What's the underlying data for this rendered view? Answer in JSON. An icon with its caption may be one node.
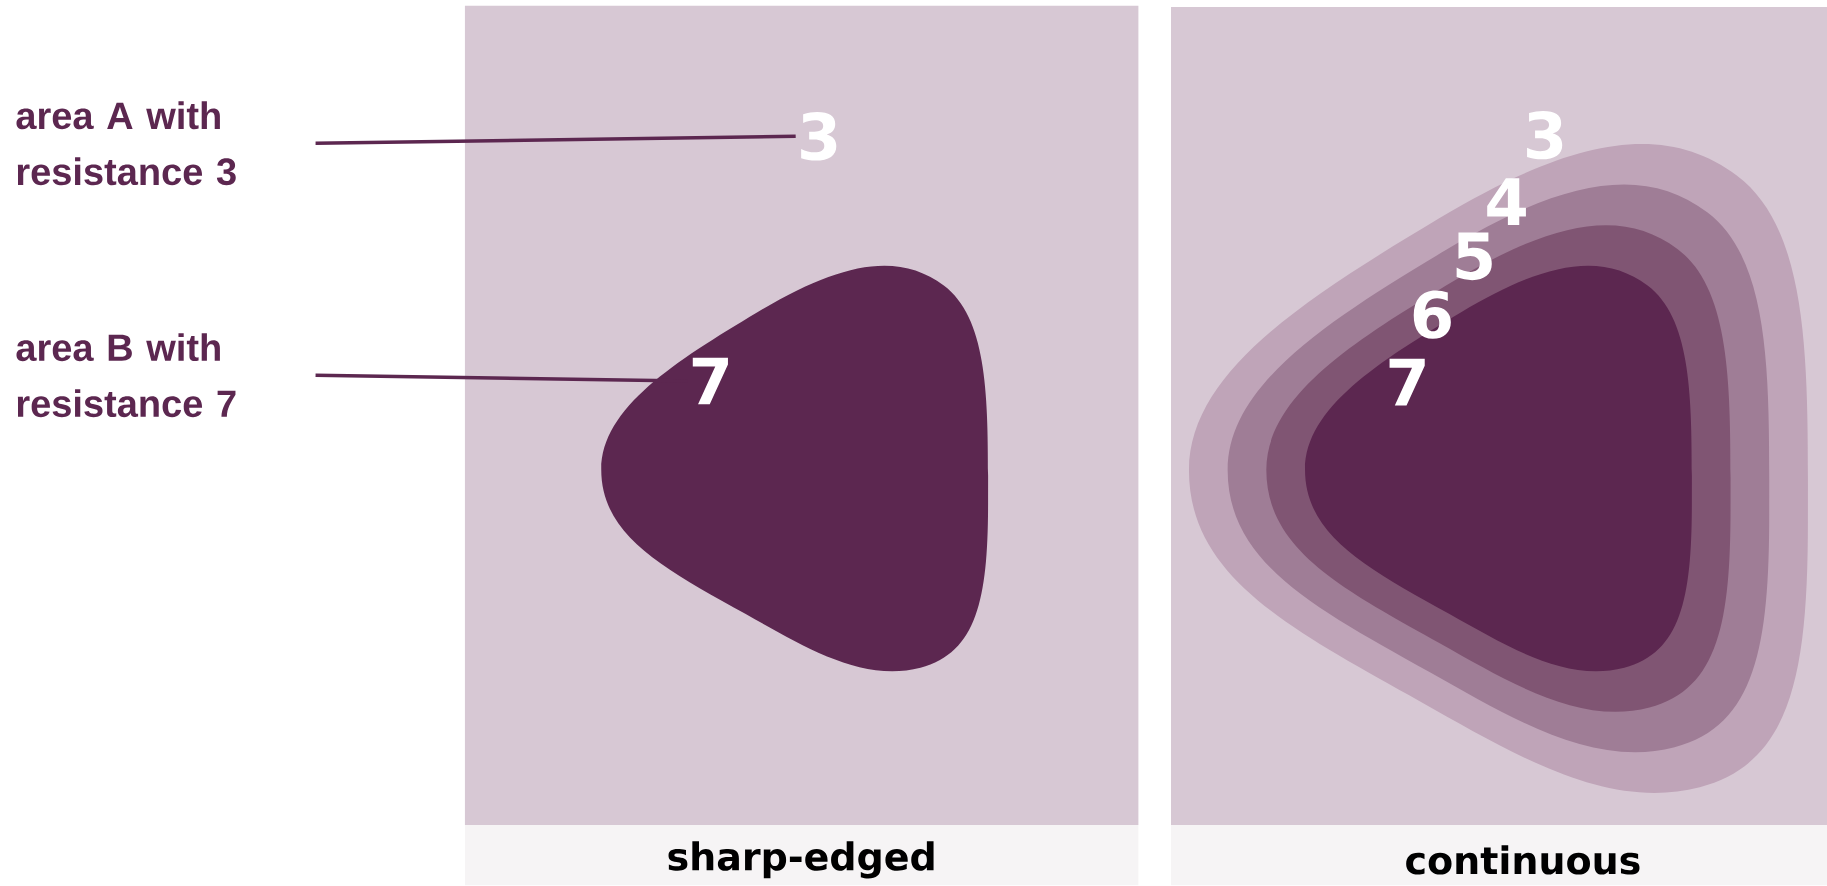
{
  "diagram": {
    "nodes": [
      {
        "text": [
          "area A with resistance 3"
        ]
      },
      {
        "text": [
          "area B with resistance 7"
        ]
      },
      {
        "text": [
          "sharp-edged"
        ]
      },
      {
        "text": [
          "3"
        ],
        "in": 2
      },
      {
        "text": [
          "7"
        ],
        "in": 2
      },
      {
        "text": [
          "continuous"
        ]
      },
      {
        "text": [
          "3"
        ],
        "in": 5
      },
      {
        "text": [
          "4"
        ],
        "in": 5
      },
      {
        "text": [
          "5"
        ],
        "in": 7
      },
      {
        "text": [
          "6"
        ],
        "in": 8
      },
      {
        "text": [
          "7"
        ],
        "in": 9
      }
    ],
    "edges": [
      {
        "from": 0,
        "to": 3,
        "arrow": "none"
      },
      {
        "from": 1,
        "to": 4,
        "arrow": "none"
      }
    ]
  }
}
